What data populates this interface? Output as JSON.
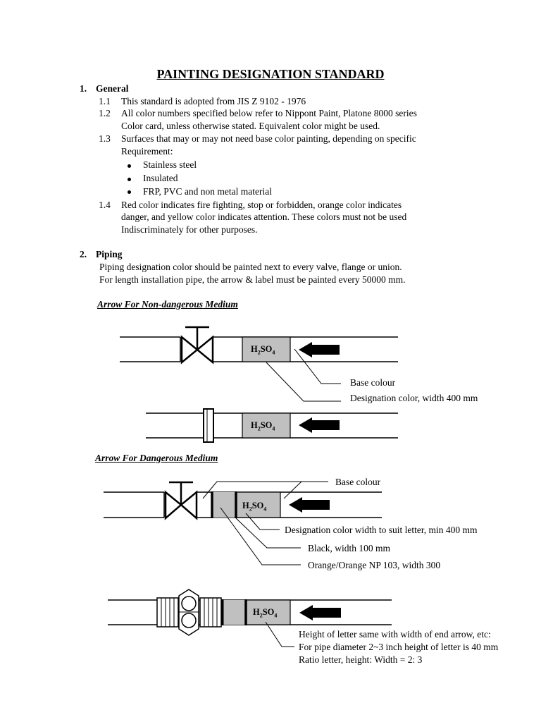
{
  "title": "PAINTING DESIGNATION STANDARD",
  "section1": {
    "num": "1.",
    "heading": "General",
    "items": [
      {
        "num": "1.1",
        "lines": [
          "This standard is adopted from JIS Z 9102 - 1976"
        ]
      },
      {
        "num": "1.2",
        "lines": [
          "All color numbers specified below refer to Nippont Paint, Platone 8000 series",
          "Color card, unless otherwise stated. Equivalent color might be used."
        ]
      },
      {
        "num": "1.3",
        "lines": [
          "Surfaces that may or may not need base color painting, depending on specific",
          "Requirement:"
        ]
      },
      {
        "num": "1.4",
        "lines": [
          "Red color indicates fire fighting, stop or forbidden, orange color indicates",
          "danger, and yellow color indicates attention. These colors must not be used",
          "Indiscriminately for other purposes."
        ]
      }
    ],
    "bullets": [
      "Stainless steel",
      "Insulated",
      "FRP, PVC and non metal material"
    ]
  },
  "section2": {
    "num": "2.",
    "heading": "Piping",
    "lines": [
      "Piping designation color should be painted next to every valve, flange or union.",
      "For length installation pipe, the arrow & label must be painted every 50000 mm."
    ]
  },
  "diagram1": {
    "subtitle": "Arrow For Non-dangerous Medium",
    "label_h": "H",
    "label_sub2": "2",
    "label_so": "SO",
    "label_sub4": "4",
    "callouts": [
      "Base colour",
      "Designation color, width 400 mm"
    ]
  },
  "diagram2": {
    "subtitle": "Arrow For Dangerous Medium",
    "callouts": [
      "Base colour",
      "Designation color width to suit letter, min 400 mm",
      "Black, width 100 mm",
      "Orange/Orange NP 103, width 300"
    ],
    "notes": [
      "Height of letter same with width of end arrow, etc:",
      "For pipe diameter 2~3 inch height of letter is 40 mm",
      "Ratio letter, height: Width = 2: 3"
    ]
  },
  "colors": {
    "designation_band": "#c0c0c0",
    "ink": "#000000"
  }
}
